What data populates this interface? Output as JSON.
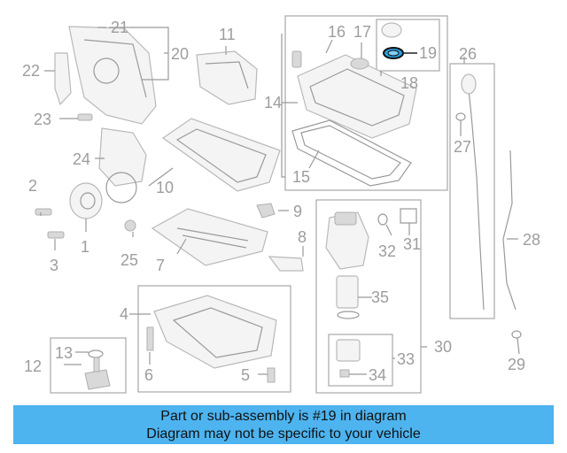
{
  "labels": {
    "n1": "1",
    "n2": "2",
    "n3": "3",
    "n4": "4",
    "n5": "5",
    "n6": "6",
    "n7": "7",
    "n8": "8",
    "n9": "9",
    "n10": "10",
    "n11": "11",
    "n12": "12",
    "n13": "13",
    "n14": "14",
    "n15": "15",
    "n16": "16",
    "n17": "17",
    "n18": "18",
    "n19": "19",
    "n20": "20",
    "n21": "21",
    "n22": "22",
    "n23": "23",
    "n24": "24",
    "n25": "25",
    "n26": "26",
    "n27": "27",
    "n28": "28",
    "n29": "29",
    "n30": "30",
    "n31": "31",
    "n32": "32",
    "n33": "33",
    "n34": "34",
    "n35": "35"
  },
  "banner": {
    "line1": "Part or sub-assembly is #19 in diagram",
    "line2": "Diagram may not be specific to your vehicle"
  },
  "colors": {
    "banner_bg": "#4db4f0",
    "highlight_part": "#2a9fe0"
  }
}
